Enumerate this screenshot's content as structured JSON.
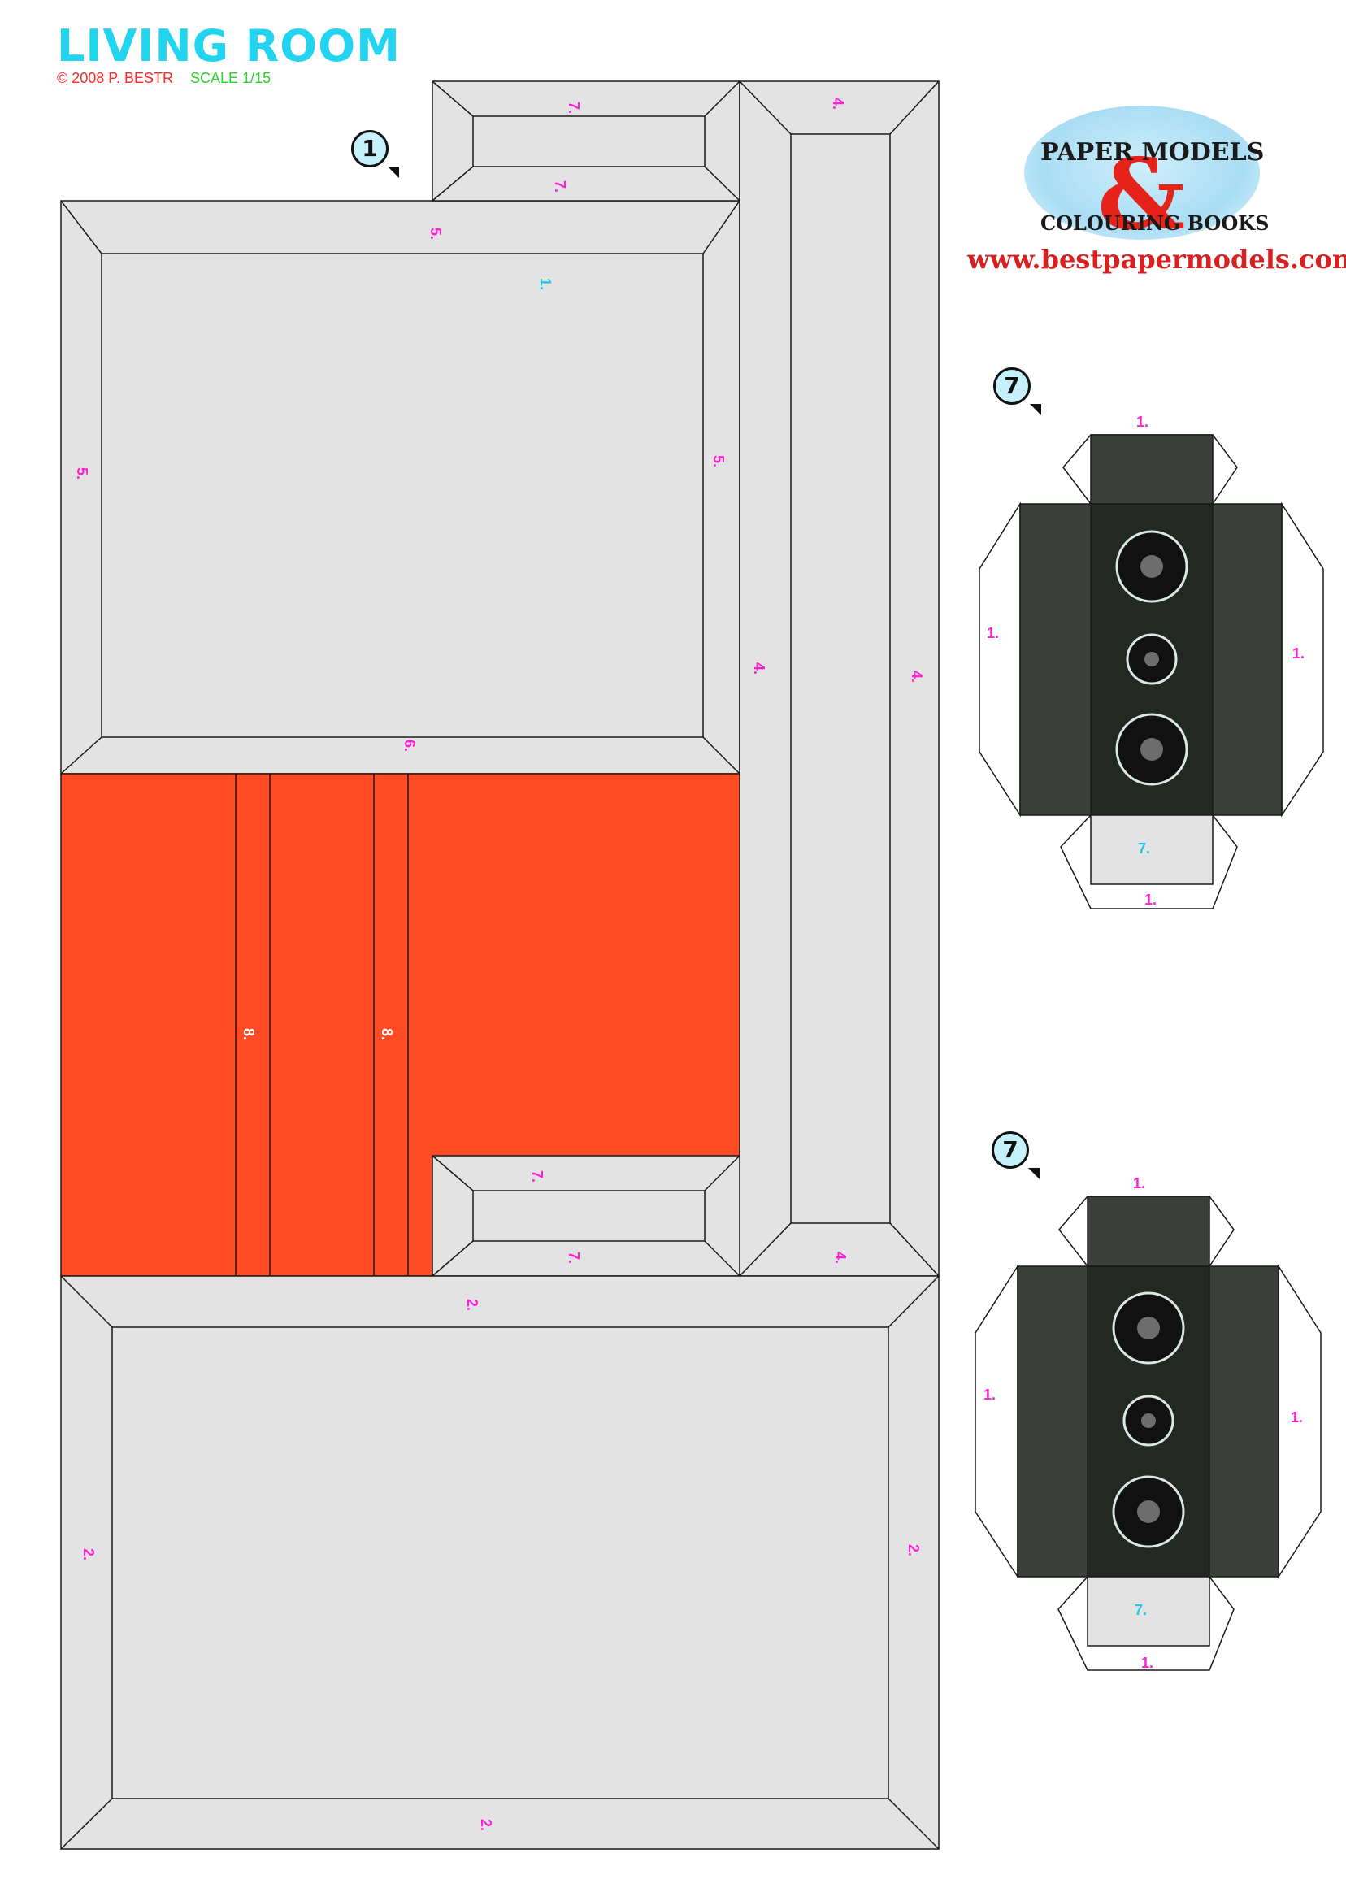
{
  "header": {
    "title": "LIVING ROOM",
    "copyright": "© 2008 P. BESTR",
    "scale": "SCALE   1/15"
  },
  "logo": {
    "line1": "PAPER MODELS",
    "amp": "&",
    "line2": "COLOURING BOOKS",
    "url": "www.bestpapermodels.com"
  },
  "part_numbers": {
    "room": "1",
    "speaker_a": "7",
    "speaker_b": "7"
  },
  "glue_labels": {
    "l1": "1.",
    "l2": "2.",
    "l4": "4.",
    "l5": "5.",
    "l6": "6.",
    "l7": "7.",
    "l8": "8."
  },
  "colors": {
    "panel": "#e3e3e3",
    "outline": "#1a1a1a",
    "rug": "#ff4c25",
    "speaker_body": "#3b403a",
    "speaker_front": "#232823",
    "label_magenta": "#ff1fd4",
    "label_cyan": "#1ec8e6",
    "title_cyan": "#22d4f0"
  }
}
